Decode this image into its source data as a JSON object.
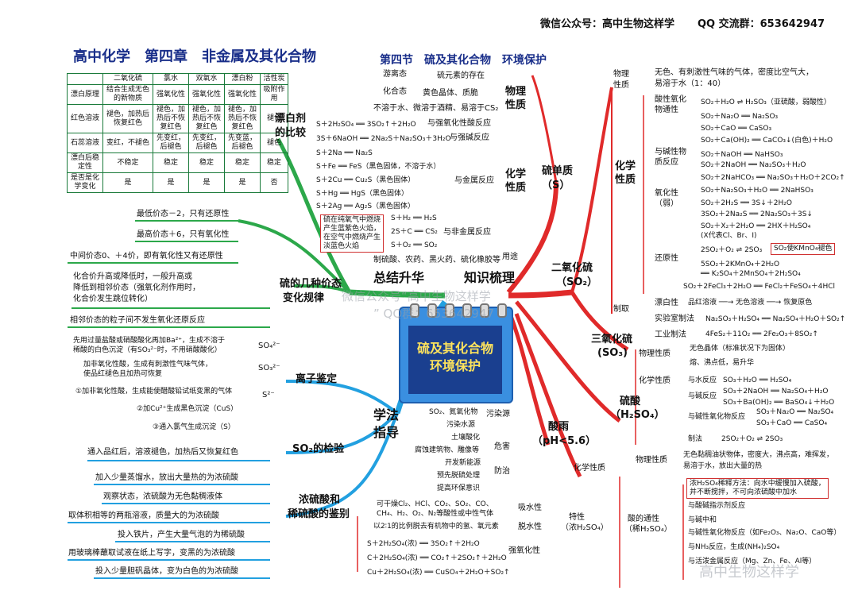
{
  "header": {
    "wechat": "微信公众号：高中生物这样学",
    "qq": "QQ 交流群：653642947",
    "title_main": "高中化学　第四章　非金属及其化合物",
    "title_section": "第四节　硫及其化合物　环境保护"
  },
  "center": {
    "title_line1": "硫及其化合物",
    "title_line2": "环境保护"
  },
  "watermark": {
    "line1": "微信公众号“高中生物这样学",
    "line2": "” QQ群：653642947",
    "bottom": "高中生物这样学"
  },
  "main_nodes": {
    "summary": "总结升华",
    "knowledge": "知识梳理",
    "method": "学法",
    "method2": "指导",
    "bleach": "漂白剂",
    "bleach2": "的比较",
    "valence": "硫的几种价态",
    "valence2": "变化规律",
    "ion": "离子鉴定",
    "so2check": "SO₂的检验",
    "acid_id": "浓硫酸和",
    "acid_id2": "稀硫酸的鉴别",
    "sulfur": "硫单质",
    "sulfur2": "（S）",
    "so2": "二氧化硫",
    "so2_2": "（SO₂）",
    "so3": "三氧化硫",
    "so3_2": "(SO₃)",
    "h2so4": "硫酸",
    "h2so4_2": "（H₂SO₄）",
    "acidrain": "酸雨",
    "acidrain2": "（pH<5.6）"
  },
  "bleach_table": {
    "headers": [
      "",
      "二氧化硫",
      "氯水",
      "双氧水",
      "漂白粉",
      "活性炭"
    ],
    "rows": [
      [
        "漂白原理",
        "结合生成无色的新物质",
        "强氧化性",
        "强氧化性",
        "强氧化性",
        "吸附作用"
      ],
      [
        "红色溶液",
        "褪色，加热后恢复红色",
        "褪色，加热后不恢复红色",
        "褪色，加热后不恢复红色",
        "褪色，加热后不恢复红色",
        "褪色"
      ],
      [
        "石蕊溶液",
        "变红，不褪色",
        "先变红，后褪色",
        "先变红，后褪色",
        "先变蓝，后褪色",
        "褪色"
      ],
      [
        "漂白后稳定性",
        "不稳定",
        "稳定",
        "稳定",
        "稳定",
        "稳定"
      ],
      [
        "是否是化学变化",
        "是",
        "是",
        "是",
        "是",
        "否"
      ]
    ]
  },
  "valence": {
    "items": [
      "最低价态－2，只有还原性",
      "最高价态＋6，只有氧化性",
      "中间价态0、＋4价，即有氧化性又有还原性",
      "化合价升高或降低时，一般升高或",
      "降低到相邻价态（强氧化剂作用时，",
      "化合价发生跳位转化）",
      "相邻价态的粒子间不发生氧化还原反应"
    ]
  },
  "ions": {
    "so4": "SO₄²⁻",
    "so4_text1": "先用过量盐酸或硝酸酸化再加Ba²⁺，生成不溶于",
    "so4_text2": "稀酸的白色沉淀（有SO₃²⁻时，不用硝酸酸化）",
    "so3": "SO₃²⁻",
    "so3_text1": "加非氧化性酸，生成有刺激性气味气体，",
    "so3_text2": "使品红褪色且加热可恢复",
    "s2": "S²⁻",
    "s2_text1": "①加非氧化性酸，生成能使醋酸铅试纸变黑的气体",
    "s2_text2": "②加Cu²⁺生成黑色沉淀（CuS）",
    "s2_text3": "③通入氯气生成沉淀（S）"
  },
  "so2check_text": "通入品红后，溶液褪色，加热后又恢复红色",
  "acid_id_items": [
    "加入少量蒸馏水，放出大量热的为浓硫酸",
    "观察状态，浓硫酸为无色黏稠液体",
    "取体积相等的两瓶溶液，质量大的为浓硫酸",
    "投入铁片，产生大量气泡的为稀硫酸",
    "用玻璃棒蘸取试液在纸上写字，变黑的为浓硫酸",
    "投入少量胆矾晶体，变为白色的为浓硫酸"
  ],
  "sulfur": {
    "existence": "硫元素的存在",
    "exist1": "游离态",
    "exist2": "化合态",
    "physical": "物理",
    "physical2": "性质",
    "phys1": "黄色晶体、质脆",
    "phys2": "不溶于水、微溶于酒精、易溶于CS₂",
    "chemical": "化学",
    "chemical2": "性质",
    "r_ox": "S＋2H₂SO₄ ══ 3SO₂↑＋2H₂O",
    "r_ox_label": "与强氧化性酸反应",
    "r_base": "3S＋6NaOH ══ 2Na₂S＋Na₂SO₃＋3H₂O",
    "r_base_label": "与强碱反应",
    "metals": [
      "S＋2Na ══ Na₂S",
      "S＋Fe ══ FeS（黑色固体，不溶于水）",
      "S＋2Cu ══ Cu₂S（黑色固体）",
      "S＋Hg ══ HgS（黑色固体）",
      "S＋2Ag ══ Ag₂S（黑色固体）"
    ],
    "metals_label": "与金属反应",
    "burn1": "硫在纯氧气中燃烧",
    "burn2": "产生蓝紫色火焰，",
    "burn3": "在空气中燃烧产生",
    "burn4": "淡蓝色火焰",
    "nonmetals": [
      "S＋H₂ ══ H₂S",
      "2S＋C ══ CS₂",
      "S＋O₂ ══ SO₂"
    ],
    "nonmetals_label": "与非金属反应",
    "use": "用途",
    "use_text": "制硫酸、农药、黑火药、硫化橡胶等"
  },
  "so2": {
    "physical": "物理",
    "physical2": "性质",
    "phys_text1": "无色、有刺激性气味的气体，密度比空气大，",
    "phys_text2": "易溶于水（1：40）",
    "chemical": "化学",
    "chemical2": "性质",
    "acid": "酸性氧化",
    "acid2": "物通性",
    "r1": "SO₂＋H₂O ⇌ H₂SO₃（亚硫酸，弱酸性）",
    "r2": "SO₂＋Na₂O ══ Na₂SO₃",
    "r3": "SO₂＋CaO ══ CaSO₃",
    "r4": "SO₂＋Ca(OH)₂ ══ CaCO₃↓(白色)＋H₂O",
    "base": "与碱性物",
    "base2": "质反应",
    "r5": "SO₂＋NaOH ══ NaHSO₃",
    "r6": "SO₂＋2NaOH ══ Na₂SO₃＋H₂O",
    "r7": "SO₂＋2NaHCO₃ ══ Na₂SO₃＋H₂O＋2CO₂↑",
    "r8": "SO₂＋Na₂SO₃＋H₂O ══ 2NaHSO₃",
    "oxid": "氧化性",
    "oxid2": "（弱）",
    "r9": "SO₂＋2H₂S ══ 3S↓＋2H₂O",
    "r10": "3SO₂＋2Na₂S ══ 2Na₂SO₃＋3S↓",
    "reduc": "还原性",
    "r11": "SO₂＋X₂＋2H₂O ══ 2HX＋H₂SO₄",
    "r11b": "(X代表Cl、Br、I)",
    "r12": "2SO₂＋O₂ ⇌ 2SO₃",
    "r12_note": "SO₂使KMnO₄褪色",
    "r13": "5SO₂＋2KMnO₄＋2H₂O",
    "r13b": "══ K₂SO₄＋2MnSO₄＋2H₂SO₄",
    "r14": "SO₂＋2FeCl₃＋2H₂O ══ FeCl₂＋FeSO₄＋4HCl",
    "bleach": "漂白性",
    "bleach_text": "品红溶液 ──→ 无色溶液 ──→ 恢复原色",
    "prep": "制取",
    "lab": "实验室制法",
    "lab_text": "Na₂SO₃＋H₂SO₄ ══ Na₂SO₄＋H₂O＋SO₂↑",
    "ind": "工业制法",
    "ind_text": "4FeS₂＋11O₂ ══ 2Fe₂O₃＋8SO₂↑"
  },
  "so3": {
    "physical": "物理性质",
    "phys1": "无色晶体（标准状况下为固体）",
    "phys2": "熔、沸点低，易升华",
    "chemical": "化学性质",
    "water": "与水反应",
    "water_text": "SO₃＋H₂O ══ H₂SO₄",
    "base": "与碱反应",
    "base1": "SO₃＋2NaOH ══ Na₂SO₄＋H₂O",
    "base2": "SO₃＋Ba(OH)₂ ══ BaSO₄↓＋H₂O",
    "boxide": "与碱性氧化物反应",
    "boxide1": "SO₃＋Na₂O ══ Na₂SO₄",
    "boxide2": "SO₃＋CaO ══ CaSO₄",
    "prep": "制法",
    "prep_text": "2SO₂＋O₂ ⇌ 2SO₃"
  },
  "h2so4": {
    "physical": "物理性质",
    "phys1": "无色黏稠油状物体，密度大，沸点高，难挥发，",
    "phys2": "易溶于水，放出大量的热",
    "chemical": "化学性质",
    "dilute1": "浓H₂SO₄稀释方法：向水中缓慢加入硫酸，",
    "dilute2": "并不断搅拌，不可向浓硫酸中加水",
    "acid": "酸的通性",
    "acid2": "（稀H₂SO₄）",
    "a1": "与酸碱指示剂反应",
    "a2": "与碱中和",
    "a3": "与碱性氧化物反应（如Fe₂O₃、Na₂O、CaO等）",
    "a4": "与NH₃反应，生成(NH₄)₂SO₄",
    "a5": "与活泼金属反应（Mg、Zn、Fe、Al等）",
    "special": "特性",
    "special2": "（浓H₂SO₄）",
    "absorb": "吸水性",
    "absorb_t1": "可干燥Cl₂、HCl、CO₂、SO₂、CO、",
    "absorb_t2": "CH₄、H₂、O₂、N₂等酸性或中性气体",
    "dehyd": "脱水性",
    "dehyd_t": "以2∶1的比例脱去有机物中的氢、氧元素",
    "strong": "强氧化性",
    "s1": "S＋2H₂SO₄(浓) ══ 3SO₂↑＋2H₂O",
    "s2": "C＋2H₂SO₄(浓) ══ CO₂↑＋2SO₂↑＋2H₂O",
    "s3": "Cu＋2H₂SO₄(浓) ══ CuSO₄＋2H₂O＋SO₂↑"
  },
  "acidrain": {
    "source": "污染源",
    "src1": "SO₂、氮氧化物",
    "harm": "危害",
    "h1": "污染水源",
    "h2": "土壤酸化",
    "h3": "腐蚀建筑物、雕像等",
    "prevent": "防治",
    "p1": "开发新能源",
    "p2": "预先脱硫处理",
    "p3": "提高环保意识"
  }
}
